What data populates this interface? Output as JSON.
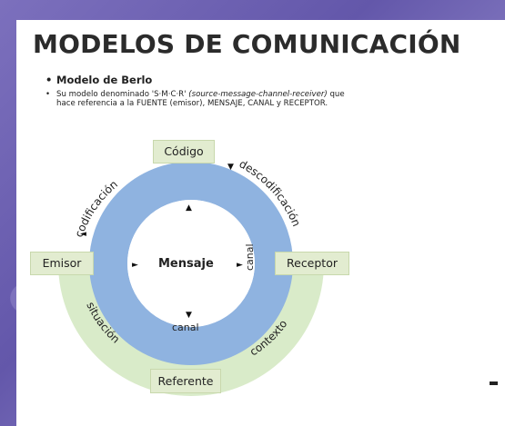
{
  "title": "MODELOS DE COMUNICACIÓN",
  "bullets": [
    {
      "marker": "•",
      "text": "Modelo de Berlo"
    },
    {
      "marker": "•",
      "line1_a": "Su modelo denominado 'S·M·C·R' ",
      "line1_b": "(source-message-channel-receiver)",
      "line1_c": " que",
      "line2": "hace referencia a la FUENTE (emisor), MENSAJE, CANAL y RECEPTOR."
    }
  ],
  "diagram": {
    "boxes": {
      "codigo": "Código",
      "emisor": "Emisor",
      "receptor": "Receptor",
      "referente": "Referente",
      "mensaje": "Mensaje"
    },
    "arcs": {
      "codificacion": "codificación",
      "descodificacion": "descodificación",
      "situacion": "situación",
      "contexto": "contexto"
    },
    "channels": {
      "bottom": "canal",
      "right": "canal"
    },
    "colors": {
      "blue_ring": "#8fb3e0",
      "green_ring": "#d9ebc9",
      "label_bg": "#e2ecd0"
    }
  }
}
